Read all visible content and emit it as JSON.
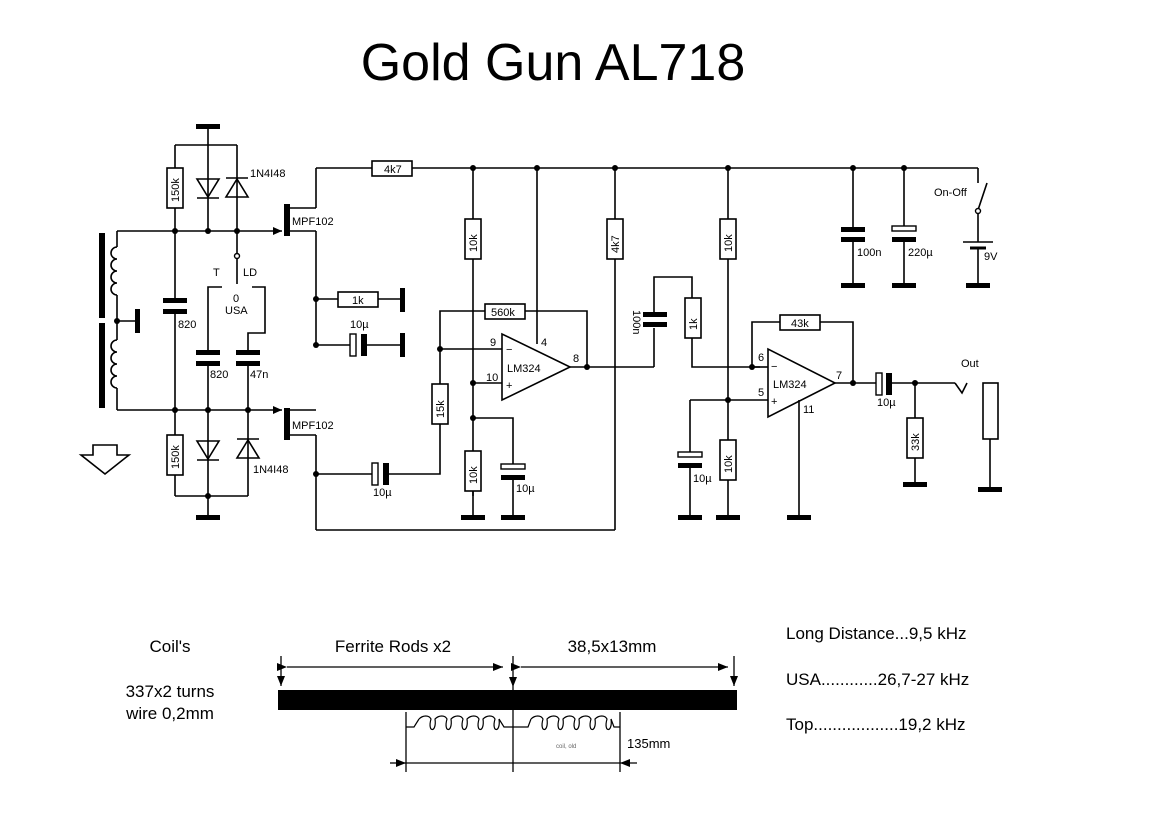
{
  "title": "Gold Gun AL718",
  "components": {
    "r_150k_top": "150k",
    "r_150k_bottom": "150k",
    "diode_top": "1N4I48",
    "diode_bottom": "1N4I48",
    "jfet_top": "MPF102",
    "jfet_bottom": "MPF102",
    "c_820_left": "820",
    "c_820_mid": "820",
    "c_47n": "47n",
    "switch_T": "T",
    "switch_LD": "LD",
    "switch_0": "0",
    "switch_USA": "USA",
    "r_4k7_top": "4k7",
    "r_1k_left": "1k",
    "c_10u_left": "10µ",
    "r_10k_a": "10k",
    "r_560k": "560k",
    "r_4k7_v": "4k7",
    "r_15k": "15k",
    "c_10u_coupling": "10µ",
    "r_10k_b": "10k",
    "c_10u_b": "10µ",
    "opamp1": "LM324",
    "opamp1_pin_inv": "9",
    "opamp1_pin_noninv": "10",
    "opamp1_pin_out": "8",
    "opamp1_pin_vcc": "4",
    "c_100n_mid": "100n",
    "r_1k_mid": "1k",
    "r_10k_c": "10k",
    "r_43k": "43k",
    "opamp2": "LM324",
    "opamp2_pin_inv": "6",
    "opamp2_pin_noninv": "5",
    "opamp2_pin_out": "7",
    "opamp2_pin_gnd": "11",
    "c_10u_c": "10µ",
    "r_10k_d": "10k",
    "c_10u_out": "10µ",
    "r_33k": "33k",
    "c_100n_supply": "100n",
    "c_220u": "220µ",
    "switch_power": "On-Off",
    "battery": "9V",
    "output": "Out"
  },
  "coil": {
    "heading": "Coil's",
    "turns": "337x2 turns",
    "wire": "wire 0,2mm",
    "rods_label": "Ferrite Rods x2",
    "rod_size": "38,5x13mm",
    "coil_length": "135mm",
    "coil_note": "coil, old"
  },
  "frequencies": [
    {
      "text": "Long Distance...9,5 kHz"
    },
    {
      "text": "USA............26,7-27 kHz"
    },
    {
      "text": "Top..................19,2 kHz"
    }
  ]
}
